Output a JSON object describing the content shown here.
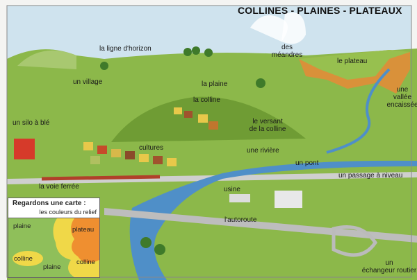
{
  "title": "COLLINES - PLAINES - PLATEAUX",
  "labels": {
    "horizon": "la ligne d'horizon",
    "meanders_1": "des",
    "meanders_2": "méandres",
    "plateau": "le plateau",
    "valley_1": "une",
    "valley_2": "vallée",
    "valley_3": "encaissée",
    "village": "un village",
    "plain": "la plaine",
    "hill": "la colline",
    "slope_1": "le versant",
    "slope_2": "de la colline",
    "silo": "un silo à blé",
    "crops": "cultures",
    "river": "une rivière",
    "bridge": "un pont",
    "crossing": "un passage à niveau",
    "railway": "la voie ferrée",
    "factory": "usine",
    "highway": "l'autoroute",
    "interchange_1": "un",
    "interchange_2": "échangeur routier"
  },
  "inset": {
    "heading": "Regardons une carte :",
    "subheading": "les couleurs du relief",
    "legend": {
      "plain_top": "plaine",
      "plateau": "plateau",
      "hill_left": "colline",
      "plain_bottom": "plaine",
      "hill_right": "colline"
    }
  },
  "colors": {
    "sky": "#cfe3ee",
    "grass": "#8cb84a",
    "hill": "#6f9c34",
    "plateau_cliff": "#d9913a",
    "river": "#4f8fc8",
    "inset_plain": "#8fbf5a",
    "inset_hill": "#f0d848",
    "inset_plateau": "#ef8f30"
  }
}
